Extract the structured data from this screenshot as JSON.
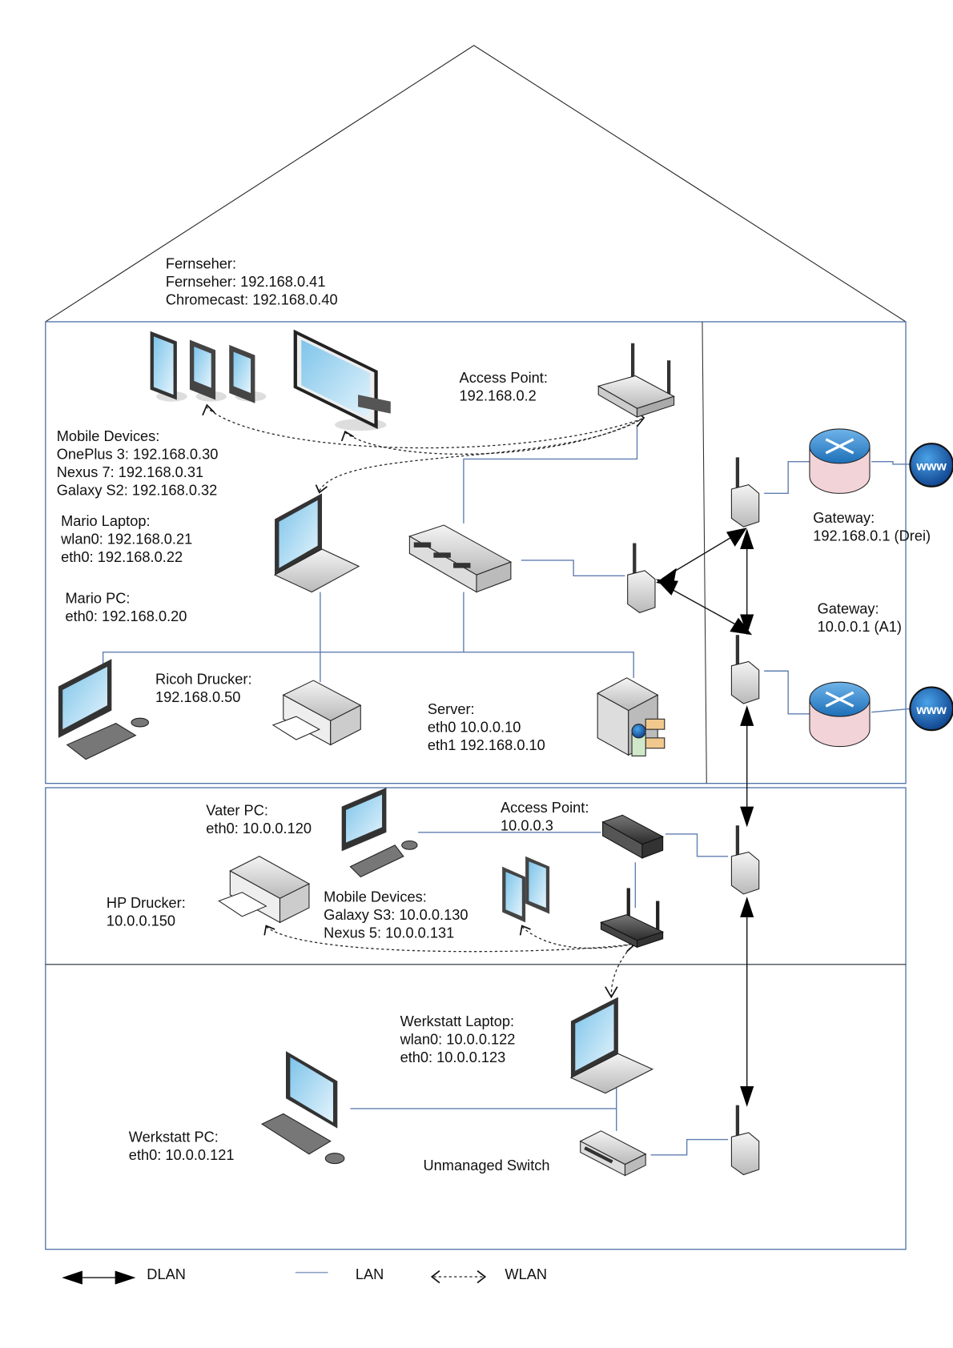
{
  "house": {
    "upper_floor_label": "",
    "rooms": [
      "upper-floor",
      "middle-floor",
      "workshop"
    ]
  },
  "labels": {
    "fernseher": [
      "Fernseher:",
      "Fernseher: 192.168.0.41",
      "Chromecast: 192.168.0.40"
    ],
    "ap_upper": [
      "Access Point:",
      "192.168.0.2"
    ],
    "mobile_upper": [
      "Mobile Devices:",
      "OnePlus 3: 192.168.0.30",
      "Nexus 7: 192.168.0.31",
      "Galaxy S2: 192.168.0.32"
    ],
    "mario_laptop": [
      "Mario Laptop:",
      "wlan0: 192.168.0.21",
      "eth0: 192.168.0.22"
    ],
    "mario_pc": [
      "Mario PC:",
      "eth0: 192.168.0.20"
    ],
    "ricoh": [
      "Ricoh Drucker:",
      "192.168.0.50"
    ],
    "server": [
      "Server:",
      "eth0 10.0.0.10",
      "eth1 192.168.0.10"
    ],
    "gateway_drei": [
      "Gateway:",
      "192.168.0.1 (Drei)"
    ],
    "gateway_a1": [
      "Gateway:",
      "10.0.0.1 (A1)"
    ],
    "vater_pc": [
      "Vater PC:",
      "eth0: 10.0.0.120"
    ],
    "ap_middle": [
      "Access Point:",
      "10.0.0.3"
    ],
    "hp": [
      "HP Drucker:",
      "10.0.0.150"
    ],
    "mobile_middle": [
      "Mobile Devices:",
      "Galaxy S3: 10.0.0.130",
      "Nexus 5: 10.0.0.131"
    ],
    "werkstatt_laptop": [
      "Werkstatt Laptop:",
      "wlan0: 10.0.0.122",
      "eth0: 10.0.0.123"
    ],
    "werkstatt_pc": [
      "Werkstatt PC:",
      "eth0: 10.0.0.121"
    ],
    "unmanaged_switch": [
      "Unmanaged Switch"
    ]
  },
  "icons": {
    "www": "www"
  },
  "legend": {
    "dlan": "DLAN",
    "lan": "LAN",
    "wlan": "WLAN"
  },
  "colors": {
    "wall": "#4a6fa5",
    "lan": "#5f7fb0",
    "screen": "#9fd3ef",
    "router_blue": "#2a7fc9",
    "firewall_brick": "#e8b9c0"
  }
}
